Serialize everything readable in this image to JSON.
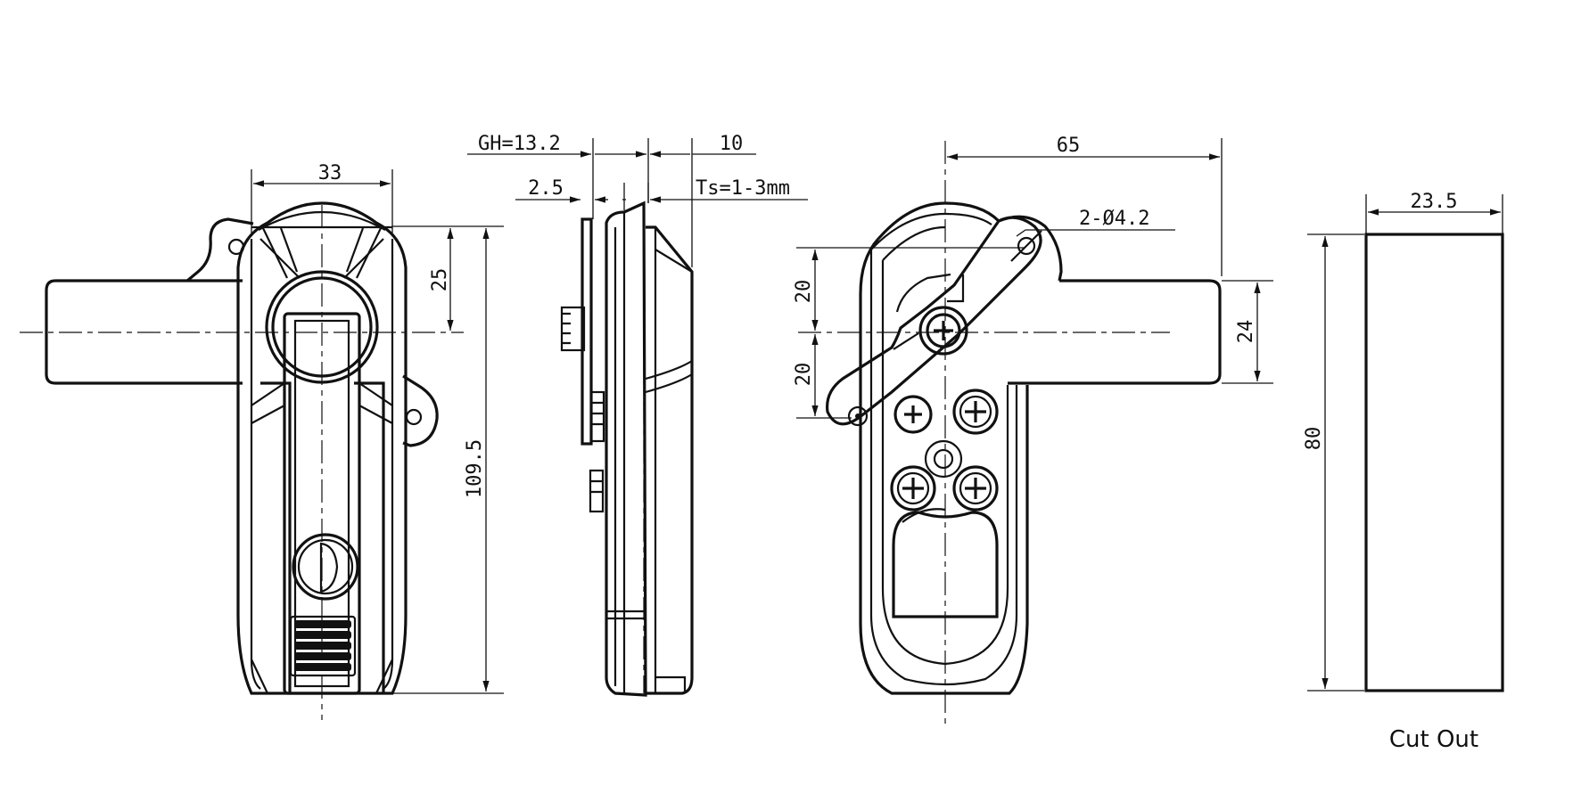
{
  "dimensions": {
    "front_width": "33",
    "front_top_offset": "25",
    "front_height": "109.5",
    "grip_height": "GH=13.2",
    "side_gap": "2.5",
    "side_depth": "10",
    "panel_thickness": "Ts=1-3mm",
    "back_width": "65",
    "holes": "2-Ø4.2",
    "handle_height": "24",
    "spacing_upper": "20",
    "spacing_lower": "20",
    "cutout_width": "23.5",
    "cutout_height": "80"
  },
  "labels": {
    "cutout": "Cut Out"
  }
}
